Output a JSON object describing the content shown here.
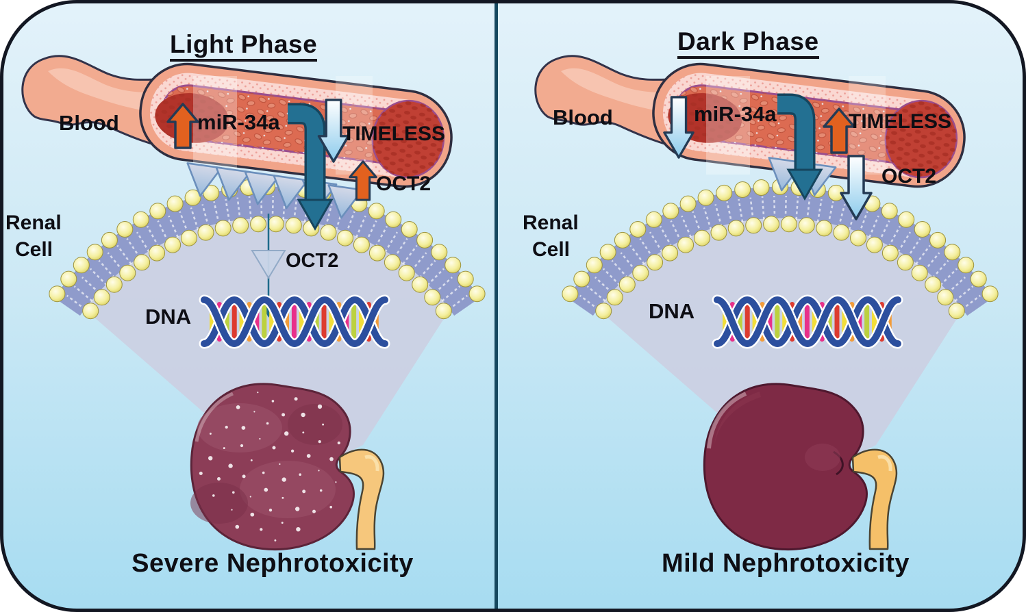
{
  "figure": {
    "type": "mechanism-diagram",
    "topic": "Circadian-dependent nephrotoxicity mechanism"
  },
  "colors": {
    "background_top": "#E3F2FA",
    "background_bottom": "#A7DCF1",
    "frame_border": "#131722",
    "divider": "#16485F",
    "up_arrow_orange": "#E2611F",
    "down_arrow_light_blue": "#BFE2F6",
    "curved_arrow_teal": "#237092",
    "membrane_band": "#8F9BCB",
    "membrane_bead_yellow": "#F4EF9E",
    "cell_cone_lavender": "#CBD0E2",
    "vessel_outer_salmon": "#F1A489",
    "vessel_lumen_red": "#DC6B52",
    "dna_strand_blue": "#2C4F9E",
    "kidney_left": "#8C3D57",
    "kidney_right": "#7E2A45",
    "text": "#0E0E14"
  },
  "panels": [
    {
      "title": "Light Phase",
      "blood_label": "Blood",
      "mir34a_label": "miR-34a",
      "mir34a_direction": "up",
      "timeless_label": "TIMELESS",
      "timeless_direction": "down",
      "oct2_vessel_label": "OCT2",
      "oct2_vessel_direction": "up",
      "renal_cell_line1": "Renal",
      "renal_cell_line2": "Cell",
      "oct2_cell_label": "OCT2",
      "dna_label": "DNA",
      "outcome_label": "Severe Nephrotoxicity",
      "transporter_count": 6
    },
    {
      "title": "Dark Phase",
      "blood_label": "Blood",
      "mir34a_label": "miR-34a",
      "mir34a_direction": "down",
      "timeless_label": "TIMELESS",
      "timeless_direction": "up",
      "oct2_vessel_label": "OCT2",
      "oct2_vessel_direction": "down",
      "renal_cell_line1": "Renal",
      "renal_cell_line2": "Cell",
      "dna_label": "DNA",
      "outcome_label": "Mild Nephrotoxicity",
      "transporter_count": 2
    }
  ]
}
